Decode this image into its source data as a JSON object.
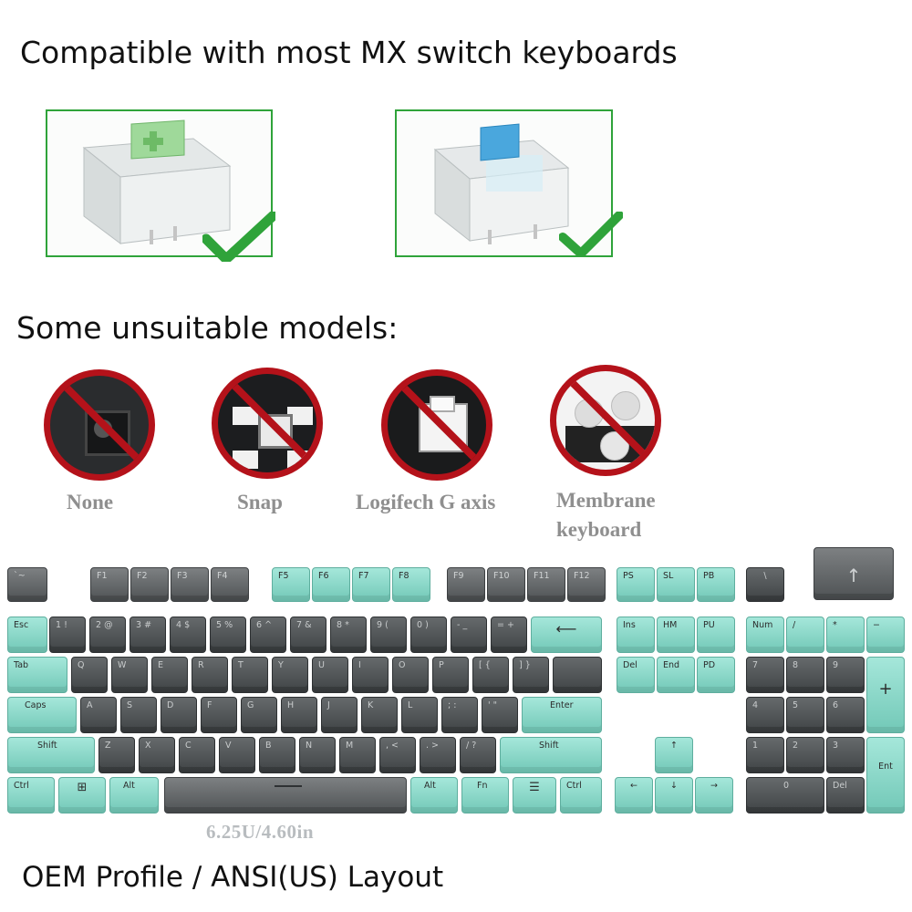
{
  "top_heading": "Compatible with most MX switch keyboards",
  "unsuitable_heading": "Some unsuitable models:",
  "compatible_switches": [
    {
      "name": "green-switch-icon",
      "stem_color": "#8fd08a",
      "check": "check-icon"
    },
    {
      "name": "blue-switch-icon",
      "stem_color": "#3ea0d8",
      "check": "check-icon"
    }
  ],
  "unsuitable_models": [
    {
      "label": "None"
    },
    {
      "label": "Snap"
    },
    {
      "label": "Logifech G axis"
    },
    {
      "label_line1": "Membrane",
      "label_line2": "keyboard"
    }
  ],
  "colors": {
    "teal": "#8ad8c8",
    "gray": "#5a5e60",
    "prohibit_red": "#b4121a",
    "check_green": "#2fa33a"
  },
  "keys": {
    "row_f": [
      "`~",
      "F1",
      "F2",
      "F3",
      "F4",
      "F5",
      "F6",
      "F7",
      "F8",
      "F9",
      "F10",
      "F11",
      "F12",
      "PS",
      "SL",
      "PB",
      "\\",
      "↑"
    ],
    "row_num": [
      "Esc",
      "1 !",
      "2 @",
      "3 #",
      "4 $",
      "5 %",
      "6 ^",
      "7 &",
      "8 *",
      "9 (",
      "0 )",
      "- _",
      "= +",
      "⟵",
      "Ins",
      "HM",
      "PU",
      "Num",
      "/",
      "*",
      "−"
    ],
    "row_tab": [
      "Tab",
      "Q",
      "W",
      "E",
      "R",
      "T",
      "Y",
      "U",
      "I",
      "O",
      "P",
      "[ {",
      "] }",
      "Del",
      "End",
      "PD",
      "7",
      "8",
      "9",
      "+"
    ],
    "row_caps": [
      "Caps",
      "A",
      "S",
      "D",
      "F",
      "G",
      "H",
      "J",
      "K",
      "L",
      "; :",
      "' \"",
      "Enter",
      "4",
      "5",
      "6"
    ],
    "row_shift": [
      "Shift",
      "Z",
      "X",
      "C",
      "V",
      "B",
      "N",
      "M",
      ", <",
      ". >",
      "/ ?",
      "Shift",
      "↑",
      "1",
      "2",
      "3",
      "Ent"
    ],
    "row_ctrl": [
      "Ctrl",
      "⊞",
      "Alt",
      "Alt",
      "Fn",
      "☰",
      "Ctrl",
      "←",
      "↓",
      "→",
      "0",
      "Del"
    ]
  },
  "spacebar_dimension": "6.25U/4.60in",
  "footer_text": "OEM Profile / ANSI(US) Layout"
}
